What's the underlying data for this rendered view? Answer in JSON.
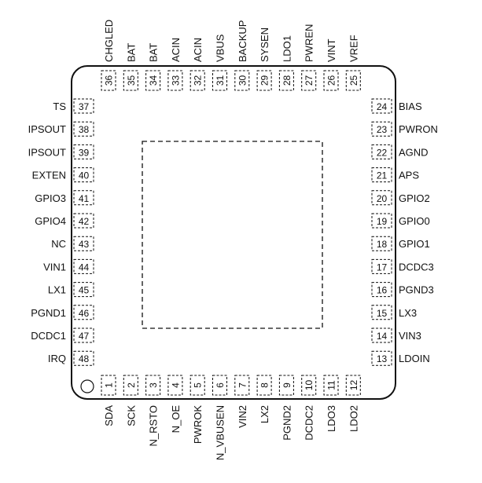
{
  "package": {
    "left_pins": [
      {
        "num": "37",
        "name": "TS"
      },
      {
        "num": "38",
        "name": "IPSOUT"
      },
      {
        "num": "39",
        "name": "IPSOUT"
      },
      {
        "num": "40",
        "name": "EXTEN"
      },
      {
        "num": "41",
        "name": "GPIO3"
      },
      {
        "num": "42",
        "name": "GPIO4"
      },
      {
        "num": "43",
        "name": "NC"
      },
      {
        "num": "44",
        "name": "VIN1"
      },
      {
        "num": "45",
        "name": "LX1"
      },
      {
        "num": "46",
        "name": "PGND1"
      },
      {
        "num": "47",
        "name": "DCDC1"
      },
      {
        "num": "48",
        "name": "IRQ"
      }
    ],
    "right_pins": [
      {
        "num": "24",
        "name": "BIAS"
      },
      {
        "num": "23",
        "name": "PWRON"
      },
      {
        "num": "22",
        "name": "AGND"
      },
      {
        "num": "21",
        "name": "APS"
      },
      {
        "num": "20",
        "name": "GPIO2"
      },
      {
        "num": "19",
        "name": "GPIO0"
      },
      {
        "num": "18",
        "name": "GPIO1"
      },
      {
        "num": "17",
        "name": "DCDC3"
      },
      {
        "num": "16",
        "name": "PGND3"
      },
      {
        "num": "15",
        "name": "LX3"
      },
      {
        "num": "14",
        "name": "VIN3"
      },
      {
        "num": "13",
        "name": "LDOIN"
      }
    ],
    "top_pins": [
      {
        "num": "36",
        "name": "CHGLED"
      },
      {
        "num": "35",
        "name": "BAT"
      },
      {
        "num": "34",
        "name": "BAT"
      },
      {
        "num": "33",
        "name": "ACIN"
      },
      {
        "num": "32",
        "name": "ACIN"
      },
      {
        "num": "31",
        "name": "VBUS"
      },
      {
        "num": "30",
        "name": "BACKUP"
      },
      {
        "num": "29",
        "name": "SYSEN"
      },
      {
        "num": "28",
        "name": "LDO1"
      },
      {
        "num": "27",
        "name": "PWREN"
      },
      {
        "num": "26",
        "name": "VINT"
      },
      {
        "num": "25",
        "name": "VREF"
      }
    ],
    "bottom_pins": [
      {
        "num": "1",
        "name": "SDA"
      },
      {
        "num": "2",
        "name": "SCK"
      },
      {
        "num": "3",
        "name": "N_RSTO"
      },
      {
        "num": "4",
        "name": "N_OE"
      },
      {
        "num": "5",
        "name": "PWROK"
      },
      {
        "num": "6",
        "name": "N_VBUSEN"
      },
      {
        "num": "7",
        "name": "VIN2"
      },
      {
        "num": "8",
        "name": "LX2"
      },
      {
        "num": "9",
        "name": "PGND2"
      },
      {
        "num": "10",
        "name": "DCDC2"
      },
      {
        "num": "11",
        "name": "LDO3"
      },
      {
        "num": "12",
        "name": "LDO2"
      }
    ]
  }
}
